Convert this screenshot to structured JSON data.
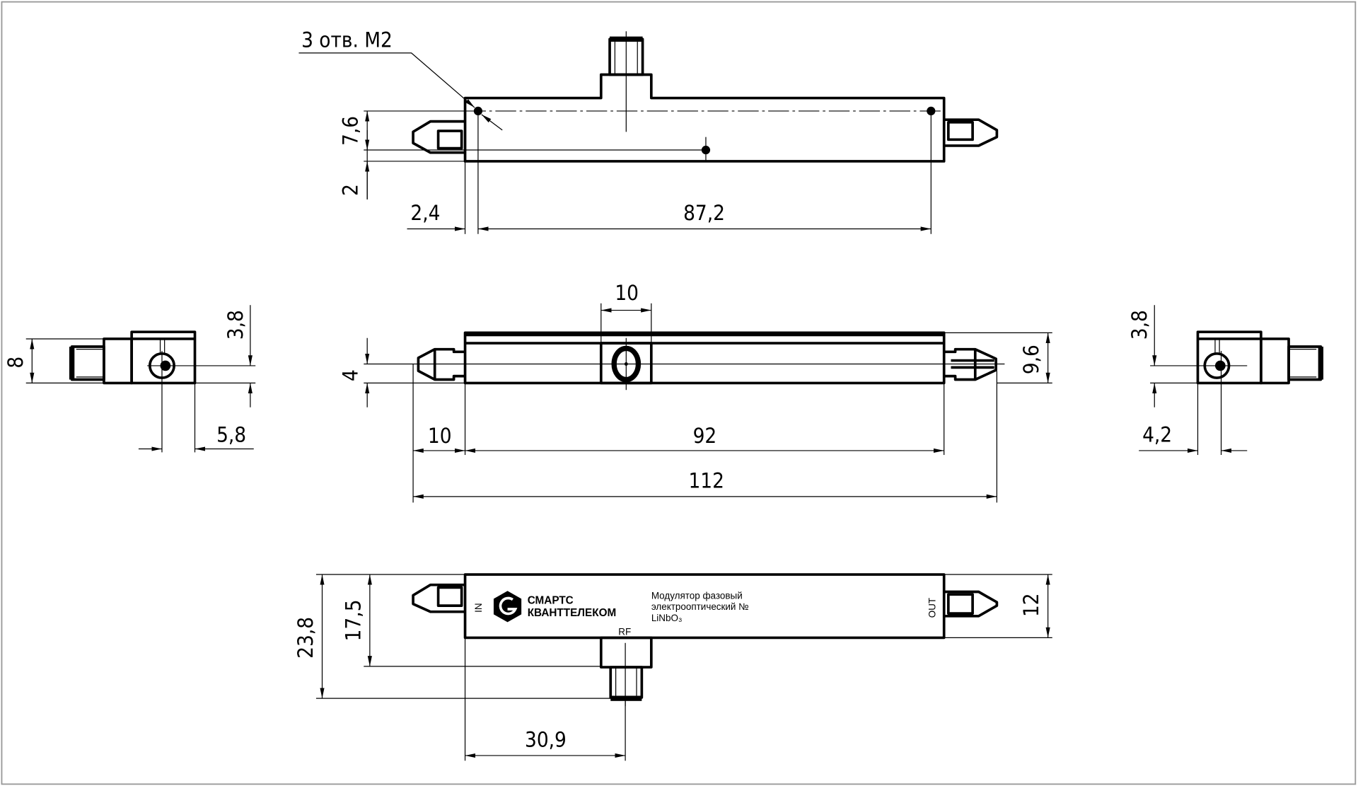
{
  "drawing": {
    "callout": "3 отв. М2",
    "top_view": {
      "dims": {
        "a": "7,6",
        "b": "2",
        "c": "2,4",
        "d": "87,2"
      }
    },
    "front_view": {
      "dims": {
        "a": "10",
        "b": "4",
        "c": "9,6",
        "d": "10",
        "e": "92",
        "f": "112"
      }
    },
    "left_view": {
      "dims": {
        "a": "8",
        "b": "3,8",
        "c": "5,8"
      }
    },
    "right_view": {
      "dims": {
        "a": "3,8",
        "b": "4,2"
      }
    },
    "bottom_view": {
      "dims": {
        "a": "23,8",
        "b": "17,5",
        "c": "12",
        "d": "30,9"
      },
      "brand_line1": "СМАРТС",
      "brand_line2": "КВАНТТЕЛЕКОМ",
      "product_line1": "Модулятор фазовый",
      "product_line2": "электрооптический  №",
      "product_line3": "LiNbO₃",
      "port_in": "IN",
      "port_out": "OUT",
      "port_rf": "RF"
    }
  },
  "colors": {
    "line": "#000000",
    "frame": "#999999",
    "background": "#ffffff"
  }
}
